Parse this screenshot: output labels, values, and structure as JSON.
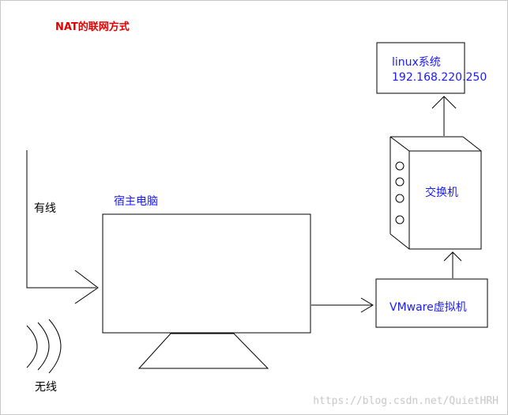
{
  "title": "NAT的联网方式",
  "labels": {
    "linux_name": "linux系统",
    "linux_ip": "192.168.220.250",
    "switch": "交换机",
    "host": "宿主电脑",
    "vmware": "VMware虚拟机",
    "wired": "有线",
    "wireless": "无线"
  },
  "watermark": "https://blog.csdn.net/QuietHRH",
  "colors": {
    "title": "#e00000",
    "label_blue": "#1a1aff",
    "stroke": "#000000",
    "watermark": "#c8c8c8"
  }
}
